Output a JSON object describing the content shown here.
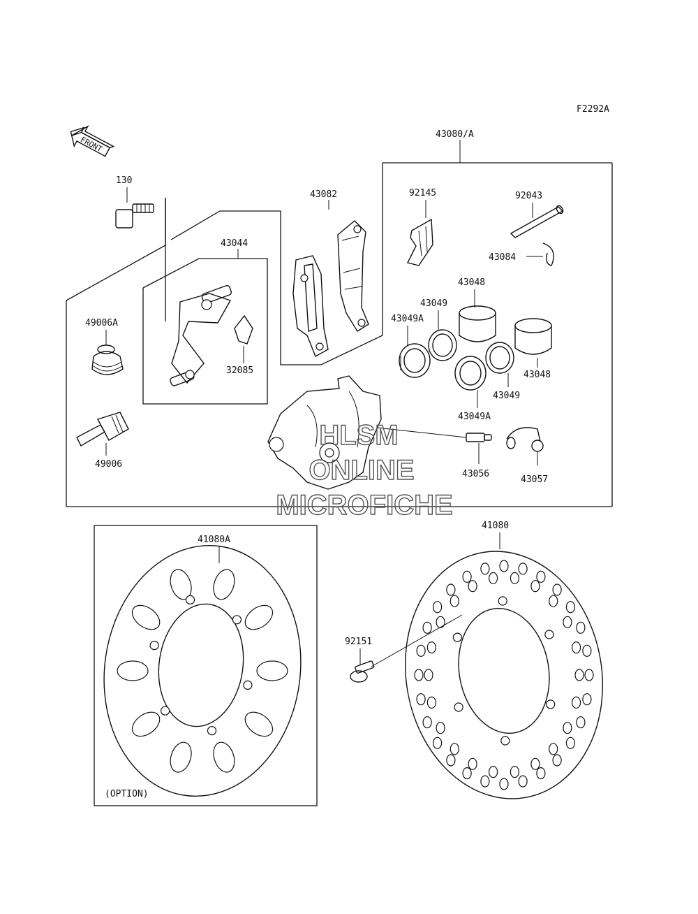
{
  "figure_code": "F2292A",
  "front_label": "FRONT",
  "option_note": "(OPTION)",
  "watermark": [
    "HLSM",
    "ONLINE",
    "MICROFICHE"
  ],
  "parts": {
    "p130": "130",
    "p43080A": "43080/A",
    "p43082": "43082",
    "p43044": "43044",
    "p92145": "92145",
    "p92043": "92043",
    "p43084": "43084",
    "p43048a": "43048",
    "p43049a": "43049",
    "p43049Aa": "43049A",
    "p49006A": "49006A",
    "p32085": "32085",
    "p43048b": "43048",
    "p43049b": "43049",
    "p43049Ab": "43049A",
    "p49006": "49006",
    "p43056": "43056",
    "p43057": "43057",
    "p41080": "41080",
    "p41080A": "41080A",
    "p92151": "92151"
  }
}
